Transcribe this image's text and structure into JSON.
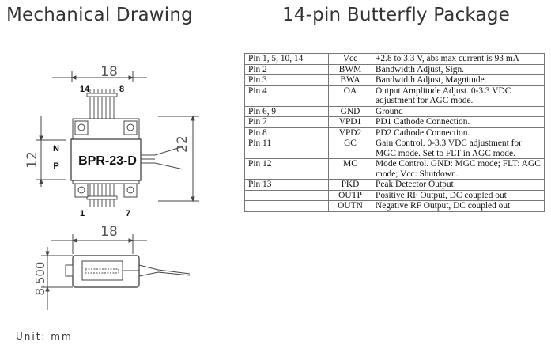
{
  "titles": {
    "left": "Mechanical Drawing",
    "right": "14-pin Butterfly Package"
  },
  "unit_note": "Unit: mm",
  "drawing": {
    "top_width": "18",
    "height": "12",
    "fiber_span": "22",
    "pin_top_left": "14",
    "pin_top_right": "8",
    "pin_bottom_left": "1",
    "pin_bottom_right": "7",
    "side_n": "N",
    "side_p": "P",
    "part_label": "BPR-23-D",
    "side_width": "18",
    "side_height": "8.500"
  },
  "pins": [
    {
      "pin": "Pin 1, 5, 10, 14",
      "name": "Vcc",
      "desc": "+2.8 to 3.3 V, abs max current is 93 mA"
    },
    {
      "pin": "Pin 2",
      "name": "BWM",
      "desc": "Bandwidth Adjust, Sign."
    },
    {
      "pin": "Pin 3",
      "name": "BWA",
      "desc": "Bandwidth Adjust, Magnitude."
    },
    {
      "pin": "Pin 4",
      "name": "OA",
      "desc": "Output Amplitude Adjust. 0-3.3 VDC adjustment for AGC mode."
    },
    {
      "pin": "Pin 6, 9",
      "name": "GND",
      "desc": "Ground"
    },
    {
      "pin": "Pin 7",
      "name": "VPD1",
      "desc": "PD1 Cathode Connection."
    },
    {
      "pin": "Pin 8",
      "name": "VPD2",
      "desc": "PD2 Cathode Connection."
    },
    {
      "pin": "Pin 11",
      "name": "GC",
      "desc": "Gain Control. 0-3.3 VDC adjustment for MGC mode. Set to FLT in AGC mode."
    },
    {
      "pin": "Pin 12",
      "name": "MC",
      "desc": "Mode Control. GND: MGC mode; FLT: AGC mode; Vcc: Shutdown."
    },
    {
      "pin": "Pin 13",
      "name": "PKD",
      "desc": "Peak Detector Output"
    },
    {
      "pin": "",
      "name": "OUTP",
      "desc": "Positive RF Output, DC coupled out"
    },
    {
      "pin": "",
      "name": "OUTN",
      "desc": "Negative RF Output, DC coupled out"
    }
  ]
}
